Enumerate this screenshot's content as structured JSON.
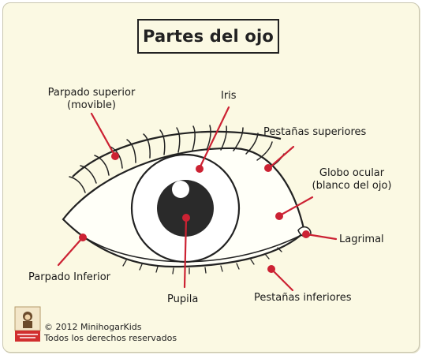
{
  "title": "Partes del ojo",
  "labels": {
    "parpado_superior": "Parpado superior",
    "parpado_superior_sub": "(movible)",
    "iris": "Iris",
    "pestanas_superiores": "Pestañas superiores",
    "globo_ocular": "Globo ocular",
    "globo_ocular_sub": "(blanco del ojo)",
    "lagrimal": "Lagrimal",
    "parpado_inferior": "Parpado Inferior",
    "pupila": "Pupila",
    "pestanas_inferiores": "Pestañas inferiores"
  },
  "footer": {
    "copyright": "© 2012 MinihogarKids",
    "rights": "Todos los derechos reservados"
  },
  "colors": {
    "pointer": "#cc2233",
    "outline": "#222222",
    "background": "#fbf9e3"
  }
}
